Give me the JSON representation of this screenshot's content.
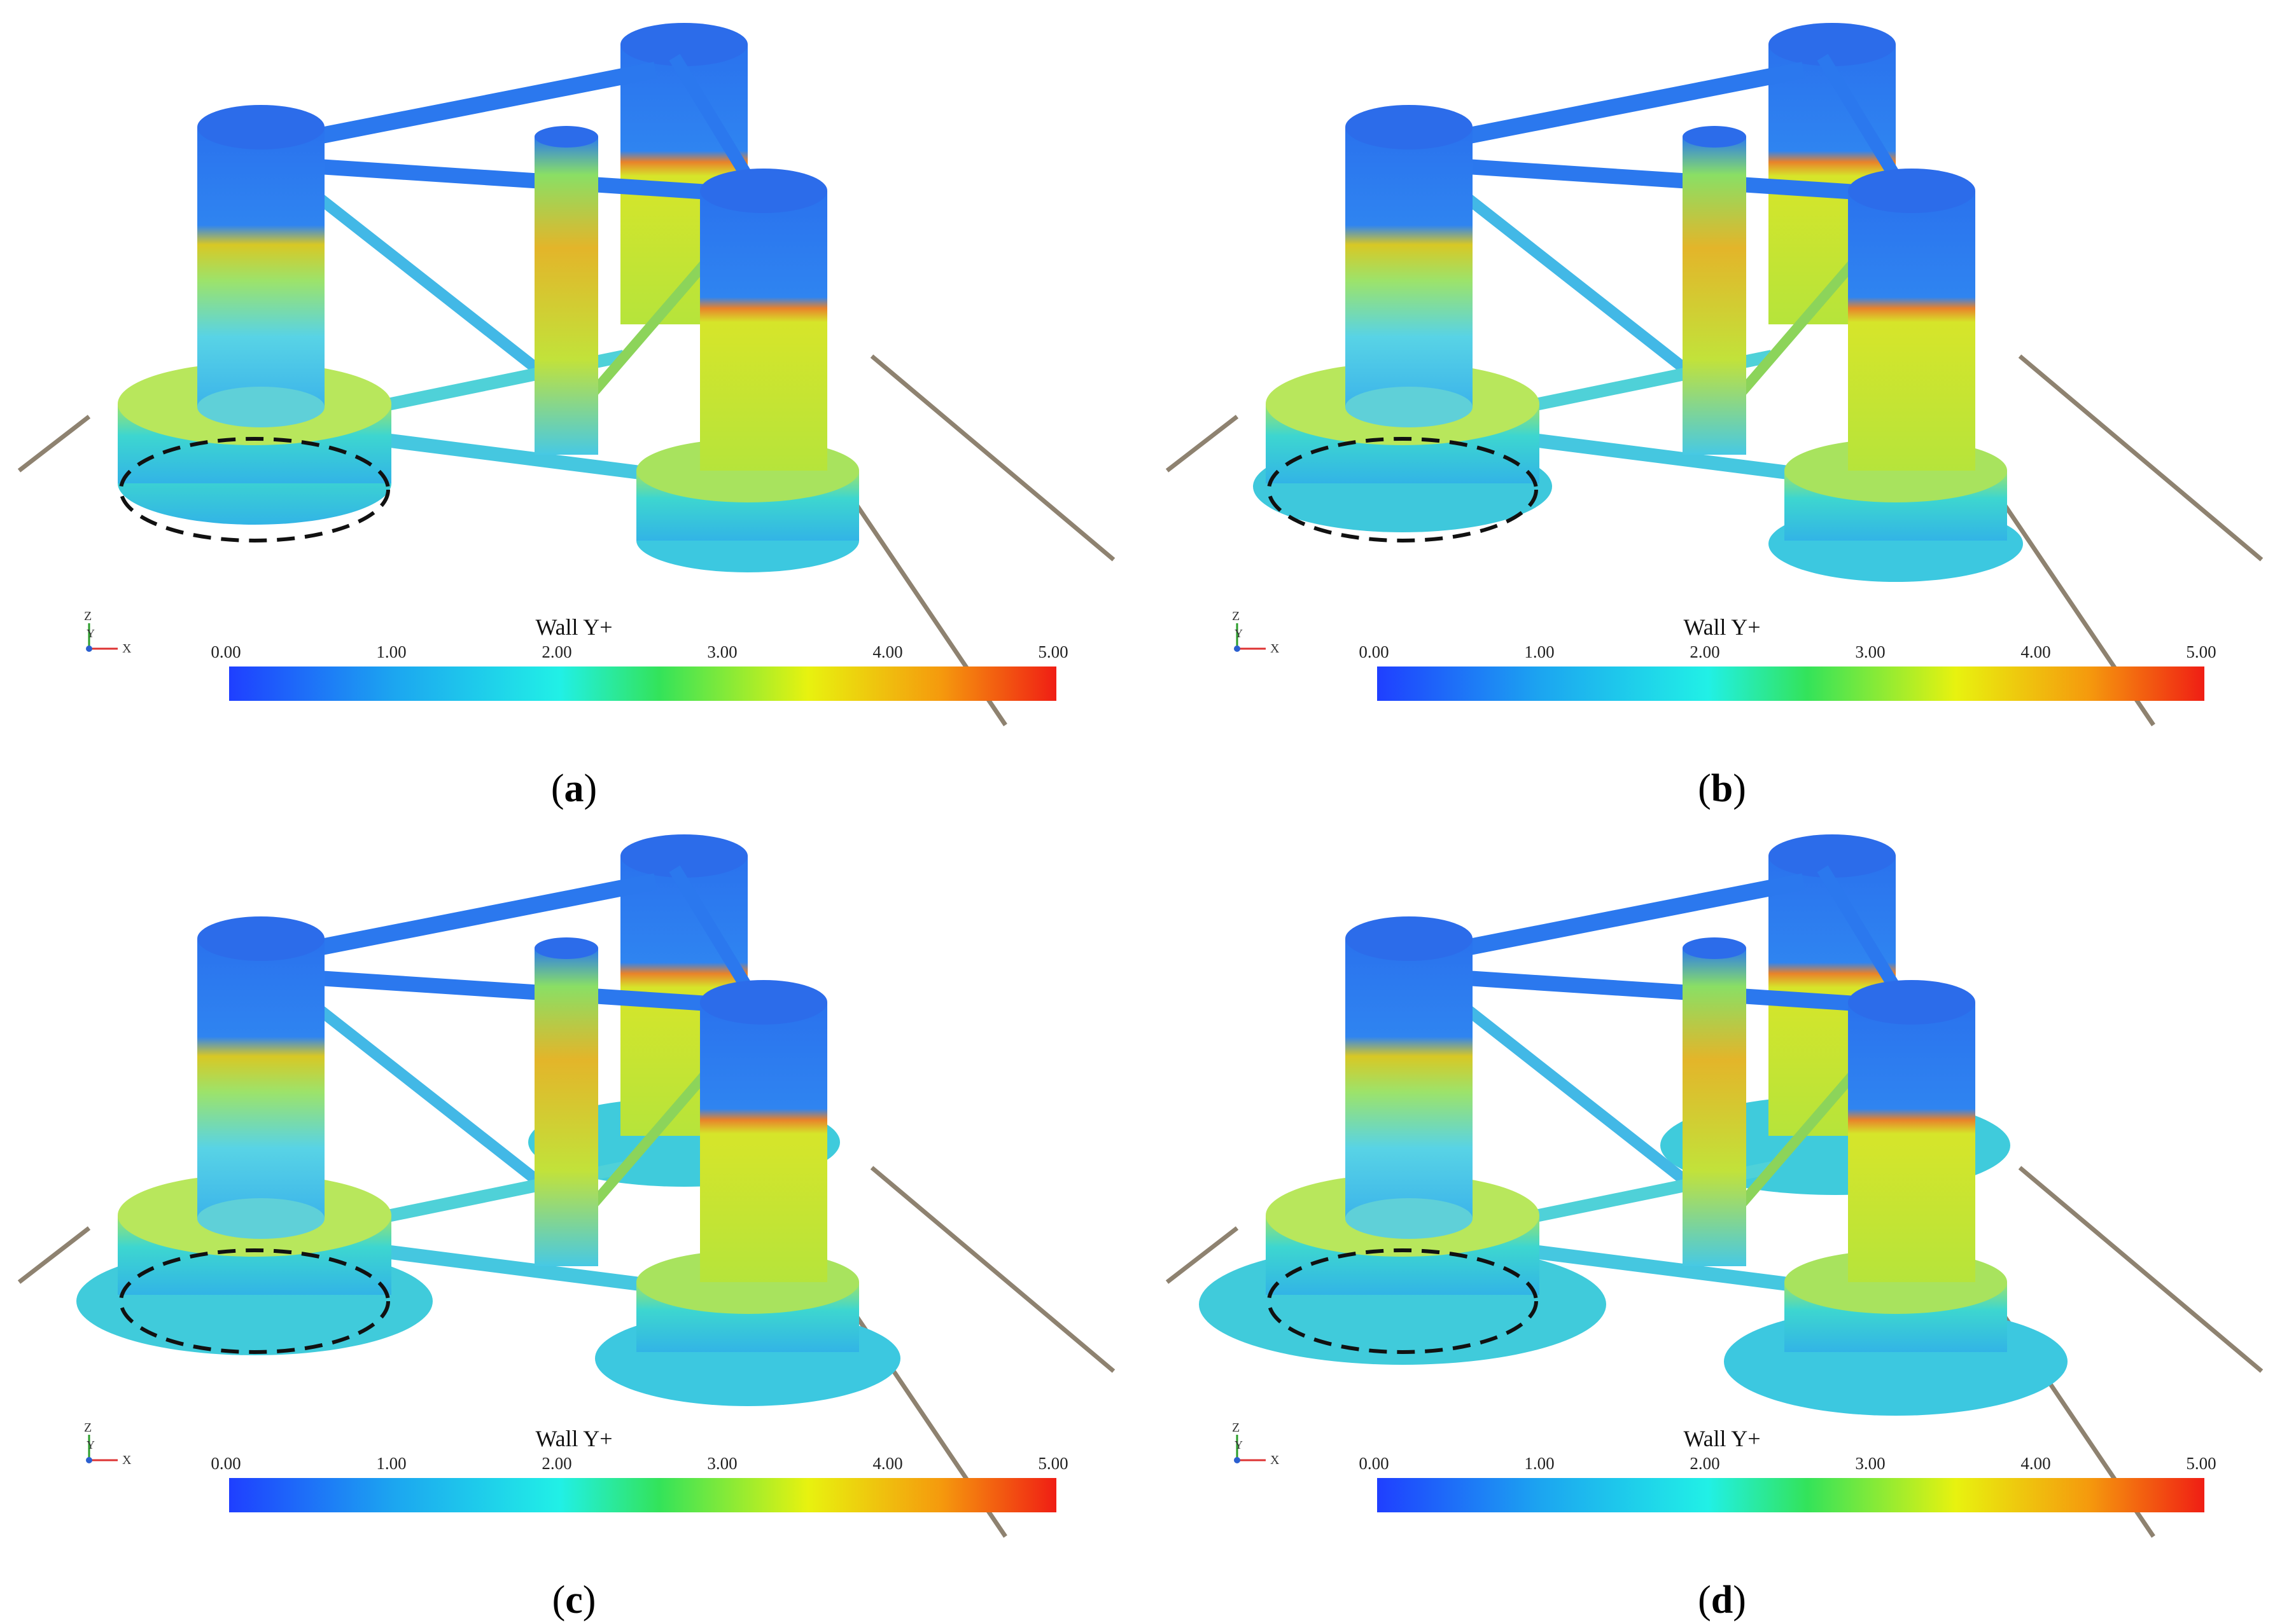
{
  "legend": {
    "title": "Wall Y+",
    "ticks": [
      "0.00",
      "1.00",
      "2.00",
      "3.00",
      "4.00",
      "5.00"
    ],
    "colormap": [
      "#1f3fff",
      "#1ca6f0",
      "#21f0e6",
      "#33e35a",
      "#e8f20f",
      "#f59a0d",
      "#f01e14"
    ]
  },
  "axes": {
    "z": "Z",
    "y": "Y",
    "x": "X"
  },
  "panels": [
    {
      "id": "a",
      "caption_open": "(",
      "caption_letter": "a",
      "caption_close": ")"
    },
    {
      "id": "b",
      "caption_open": "(",
      "caption_letter": "b",
      "caption_close": ")"
    },
    {
      "id": "c",
      "caption_open": "(",
      "caption_letter": "c",
      "caption_close": ")"
    },
    {
      "id": "d",
      "caption_open": "(",
      "caption_letter": "d",
      "caption_close": ")"
    }
  ]
}
